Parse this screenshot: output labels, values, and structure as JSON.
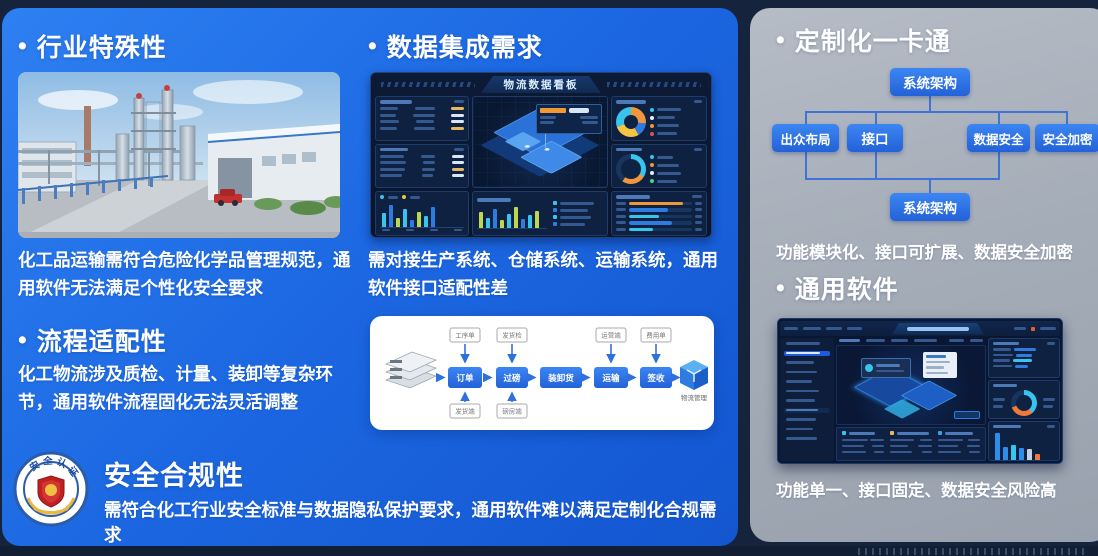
{
  "ui": {
    "bullet": "•"
  },
  "left_card": {
    "industry": {
      "title": "行业特殊性",
      "caption": "化工品运输需符合危险化学品管理规范，通用软件无法满足个性化安全要求"
    },
    "integration": {
      "title": "数据集成需求",
      "caption": "需对接生产系统、仓储系统、运输系统，通用软件接口适配性差"
    },
    "process": {
      "title": "流程适配性",
      "caption": "化工物流涉及质检、计量、装卸等复杂环节，通用软件流程固化无法灵活调整"
    },
    "compliance": {
      "title": "安全合规性",
      "badge_text": "安全认证",
      "caption": "需符合化工行业安全标准与数据隐私保护要求，通用软件难以满足定制化合规需求"
    }
  },
  "dashboard_logistics": {
    "title": "物流数据看板"
  },
  "flowchart": {
    "steps": [
      "订单",
      "过磅",
      "装卸货",
      "运输",
      "签收"
    ],
    "top_labels": [
      "工序单",
      "发货检",
      "运营端",
      "费用单"
    ],
    "bottom_labels": [
      "发货端",
      "磅房端"
    ],
    "end_label": "物流管理"
  },
  "right_card": {
    "custom": {
      "title": "定制化一卡通",
      "caption": "功能模块化、接口可扩展、数据安全加密",
      "org": {
        "top": "系统架构",
        "children": [
          "出众布局",
          "接口",
          "数据安全",
          "安全加密"
        ],
        "bottom": "系统架构"
      }
    },
    "generic": {
      "title": "通用软件",
      "caption": "功能单一、接口固定、数据安全风险高"
    }
  },
  "colors": {
    "panel_blue": "#1c68e2",
    "panel_gray": "#a5adb8",
    "accent_orange": "#f0963c",
    "accent_cyan": "#38c4ec",
    "accent_yellow": "#f5c542",
    "node_blue": "#2f6fe0"
  }
}
